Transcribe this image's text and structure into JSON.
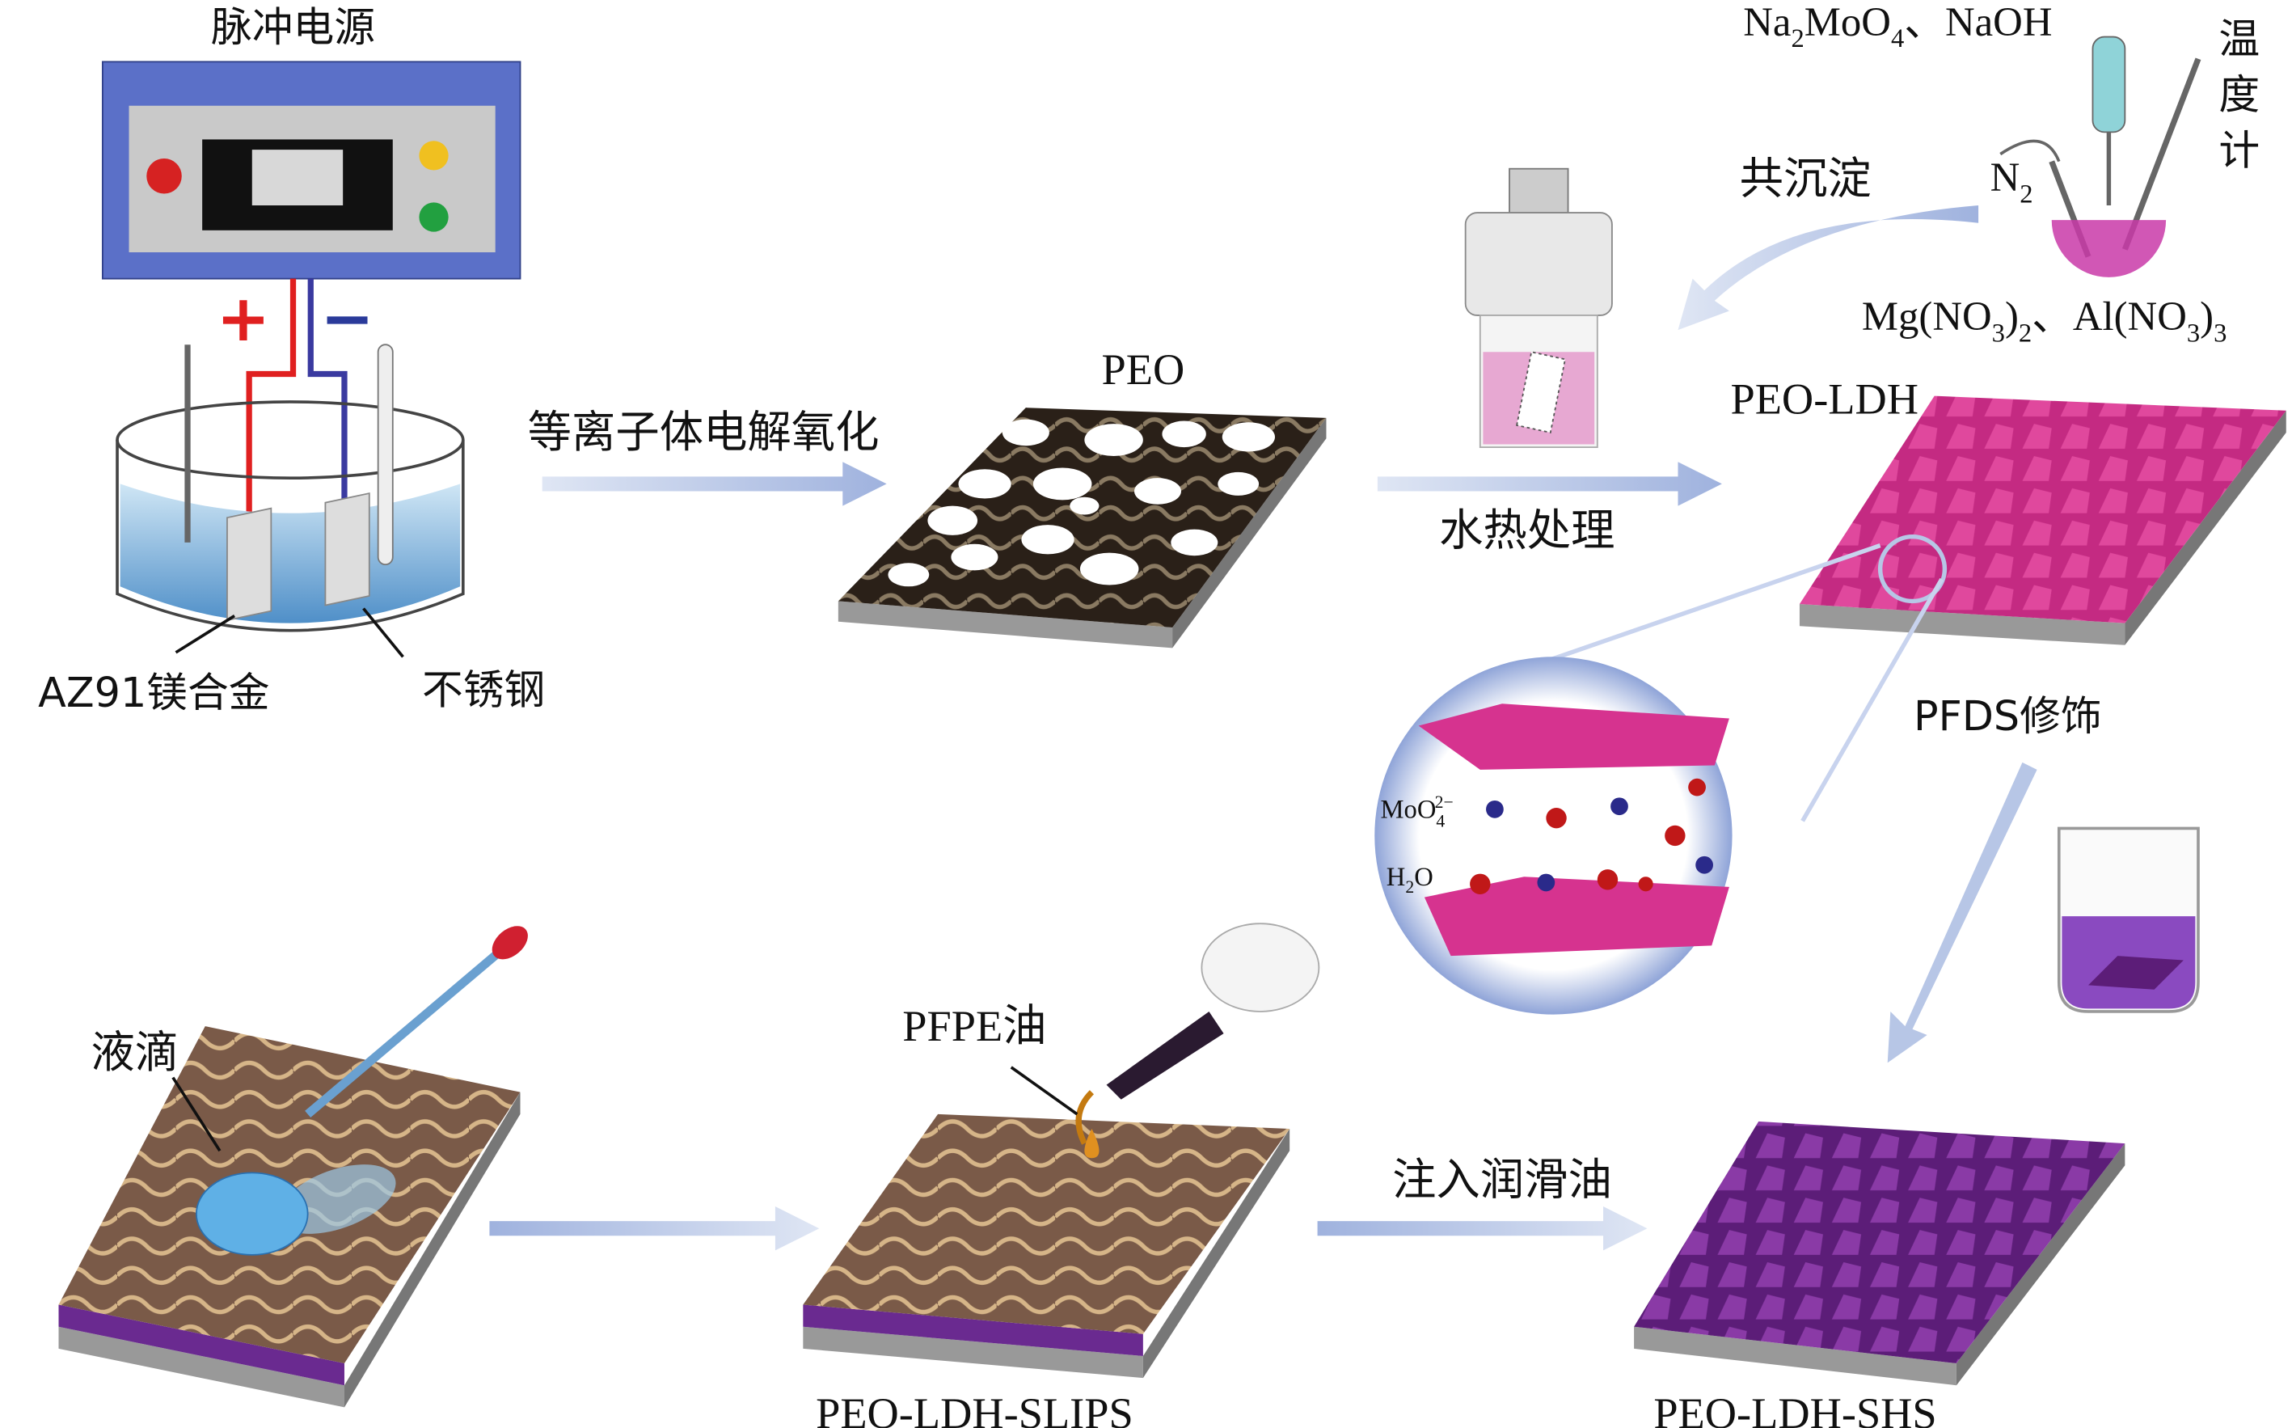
{
  "labels": {
    "power_supply": "脉冲电源",
    "positive": "+",
    "negative": "−",
    "anode": "AZ91镁合金",
    "cathode": "不锈钢",
    "step_peo": "等离子体电解氧化",
    "peo": "PEO",
    "hydrothermal": "水热处理",
    "coprecipitation": "共沉淀",
    "reagent_top": [
      "Na",
      "2",
      "MoO",
      "4",
      "、NaOH"
    ],
    "thermometer": [
      "温",
      "度",
      "计"
    ],
    "n2": [
      "N",
      "2"
    ],
    "reagent_bottom": [
      "Mg(NO",
      "3",
      ")",
      "2",
      "、Al(NO",
      "3",
      ")",
      "3"
    ],
    "peo_ldh": "PEO-LDH",
    "pfds": "PFDS修饰",
    "moo4": [
      "MoO",
      "4",
      "2−"
    ],
    "h2o": [
      "H",
      "2",
      "O"
    ],
    "droplet": "液滴",
    "pfpe": "PFPE油",
    "inject": "注入润滑油",
    "slips": "PEO-LDH-SLIPS",
    "shs": "PEO-LDH-SHS"
  },
  "colors": {
    "arrow": "#b7c6e6",
    "ldh": "#d6338f",
    "shs": "#7a2a92",
    "box": "#5a6ec8",
    "water": "#6aa8d8"
  }
}
